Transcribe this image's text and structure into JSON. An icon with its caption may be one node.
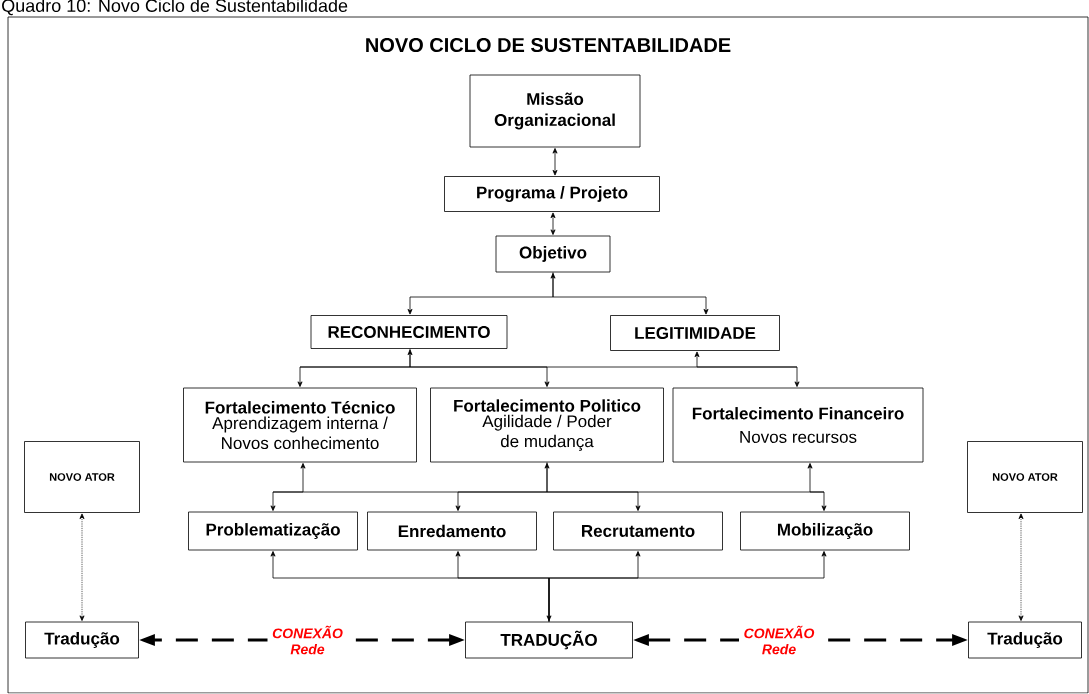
{
  "diagram": {
    "title": "NOVO CICLO DE SUSTENTABILIDADE",
    "caption": "Quadro 10: Novo Ciclo de Sustentabilidade",
    "nodes": [
      {
        "text": [
          "Missão Organizacional"
        ]
      },
      {
        "text": [
          "Programa / Projeto"
        ]
      },
      {
        "text": [
          "Objetivo"
        ]
      },
      {
        "text": [
          "RECONHECIMENTO"
        ]
      },
      {
        "text": [
          "LEGITIMIDADE"
        ]
      },
      {
        "text": [
          "Fortalecimento Técnico",
          "Aprendizagem interna / Novos conhecimento"
        ]
      },
      {
        "text": [
          "Fortalecimento Politico",
          "Agilidade / Poder de mudança"
        ]
      },
      {
        "text": [
          "Fortalecimento Financeiro",
          "Novos recursos"
        ]
      },
      {
        "text": [
          "Problematização"
        ]
      },
      {
        "text": [
          "Enredamento"
        ]
      },
      {
        "text": [
          "Recrutamento"
        ]
      },
      {
        "text": [
          "Mobilização"
        ]
      },
      {
        "text": [
          "NOVO ATOR"
        ]
      },
      {
        "text": [
          "NOVO ATOR"
        ]
      },
      {
        "text": [
          "Tradução"
        ]
      },
      {
        "text": [
          "TRADUÇÃO"
        ]
      },
      {
        "text": [
          "Tradução"
        ]
      }
    ],
    "edges": [
      {
        "from": 0,
        "to": 1,
        "arrow": "both"
      },
      {
        "from": 1,
        "to": 2,
        "arrow": "both"
      },
      {
        "from": 2,
        "to": 3,
        "arrow": "both"
      },
      {
        "from": 2,
        "to": 4,
        "arrow": "to"
      },
      {
        "from": 3,
        "to": 5,
        "arrow": "both"
      },
      {
        "from": 3,
        "to": 6,
        "arrow": "to"
      },
      {
        "from": 4,
        "to": 7,
        "arrow": "both"
      },
      {
        "from": 5,
        "to": 8,
        "arrow": "both"
      },
      {
        "from": 6,
        "to": 9,
        "arrow": "both"
      },
      {
        "from": 6,
        "to": 10,
        "arrow": "to"
      },
      {
        "from": 7,
        "to": 11,
        "arrow": "both"
      },
      {
        "from": 15,
        "to": 8,
        "arrow": "both"
      },
      {
        "from": 15,
        "to": 9,
        "arrow": "to"
      },
      {
        "from": 15,
        "to": 10,
        "arrow": "to"
      },
      {
        "from": 15,
        "to": 11,
        "arrow": "to"
      },
      {
        "from": 12,
        "to": 14,
        "arrow": "both",
        "style": "dashed"
      },
      {
        "from": 13,
        "to": 16,
        "arrow": "both",
        "style": "dashed"
      },
      {
        "from": 15,
        "to": 14,
        "arrow": "both",
        "style": "dashed",
        "label": "CONEXÃO Rede"
      },
      {
        "from": 15,
        "to": 16,
        "arrow": "both",
        "style": "dashed",
        "label": "CONEXÃO Rede"
      }
    ]
  }
}
